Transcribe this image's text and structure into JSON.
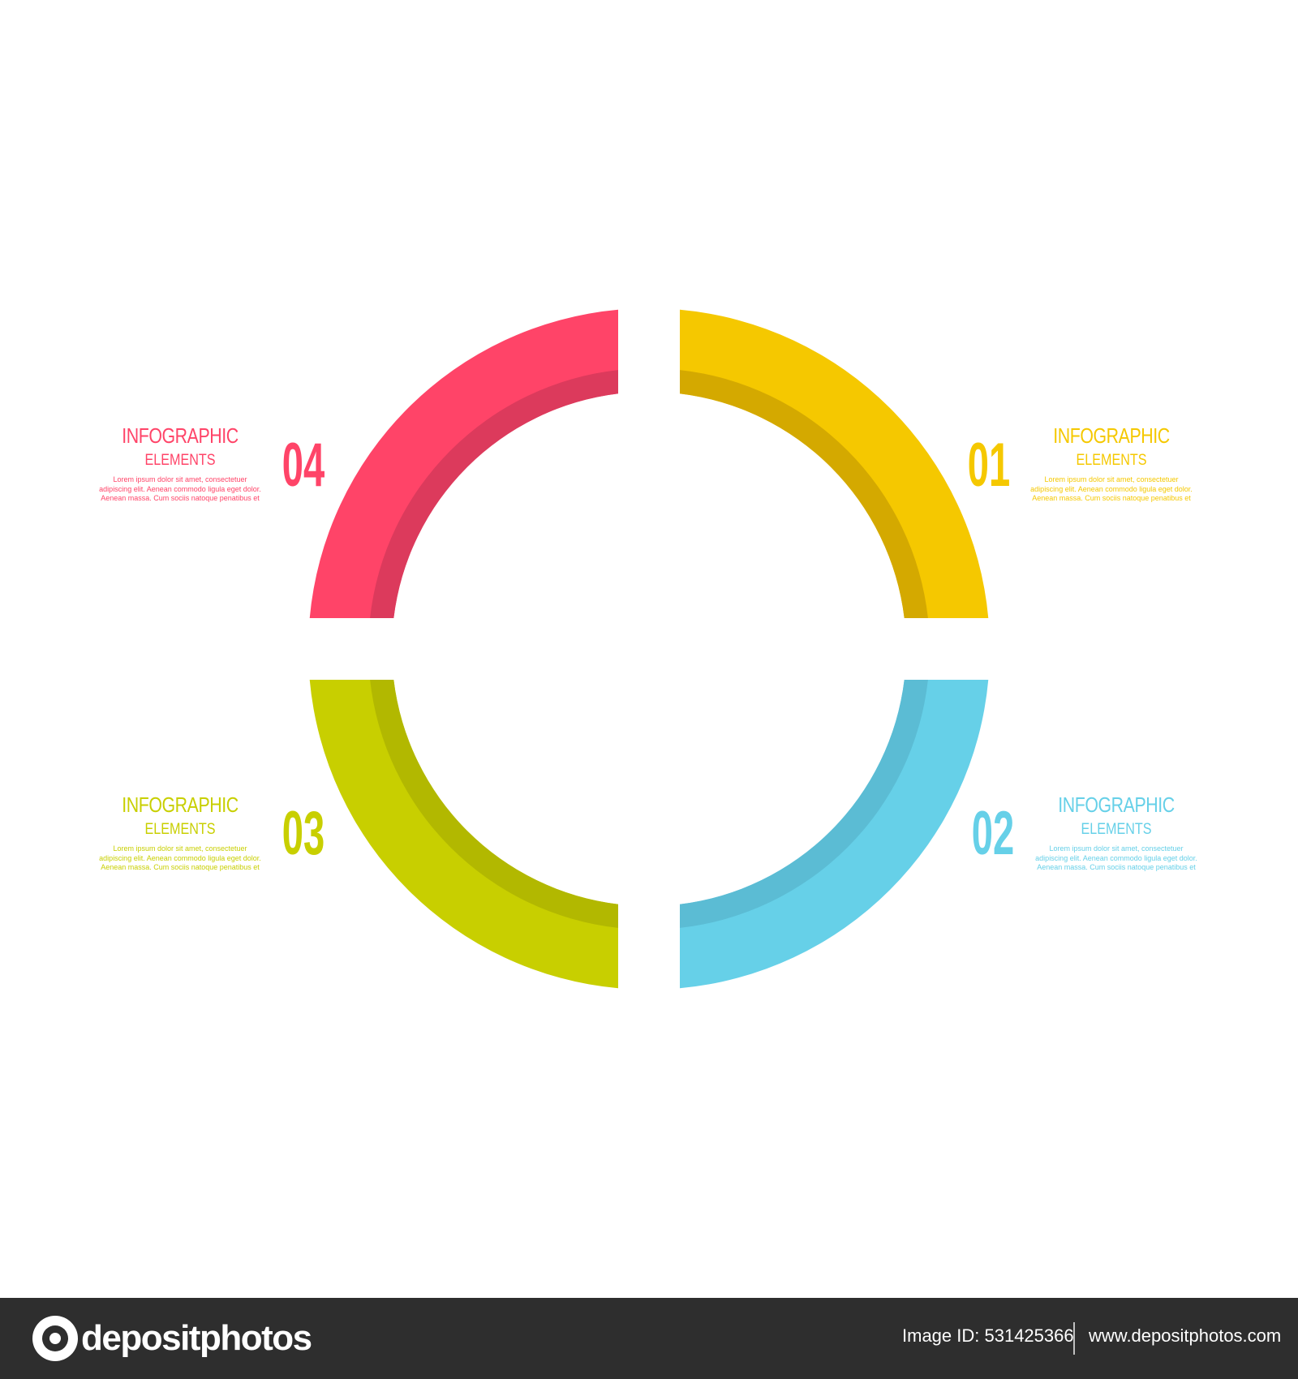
{
  "segments": [
    {
      "number": "01",
      "title": "INFOGRAPHIC",
      "subtitle": "ELEMENTS",
      "body": [
        "Lorem ipsum dolor sit amet, consectetuer",
        "adipiscing elit. Aenean commodo ligula eget dolor.",
        "Aenean massa. Cum sociis natoque penatibus et"
      ],
      "color": "#f5c800",
      "shade": "#d4a900",
      "quadrant": "top-right"
    },
    {
      "number": "02",
      "title": "INFOGRAPHIC",
      "subtitle": "ELEMENTS",
      "body": [
        "Lorem ipsum dolor sit amet, consectetuer",
        "adipiscing elit. Aenean commodo ligula eget dolor.",
        "Aenean massa. Cum sociis natoque penatibus et"
      ],
      "color": "#66d0e8",
      "shade": "#5bbcd4",
      "quadrant": "bottom-right"
    },
    {
      "number": "03",
      "title": "INFOGRAPHIC",
      "subtitle": "ELEMENTS",
      "body": [
        "Lorem ipsum dolor sit amet, consectetuer",
        "adipiscing elit. Aenean commodo ligula eget dolor.",
        "Aenean massa. Cum sociis natoque penatibus et"
      ],
      "color": "#c8cf00",
      "shade": "#b2b800",
      "quadrant": "bottom-left"
    },
    {
      "number": "04",
      "title": "INFOGRAPHIC",
      "subtitle": "ELEMENTS",
      "body": [
        "Lorem ipsum dolor sit amet, consectetuer",
        "adipiscing elit. Aenean commodo ligula eget dolor.",
        "Aenean massa. Cum sociis natoque penatibus et"
      ],
      "color": "#ff4468",
      "shade": "#dc3a5c",
      "quadrant": "top-left"
    }
  ],
  "footer": {
    "logo_text": "depositphotos",
    "image_id": "Image ID: 531425366",
    "url": "www.depositphotos.com"
  }
}
